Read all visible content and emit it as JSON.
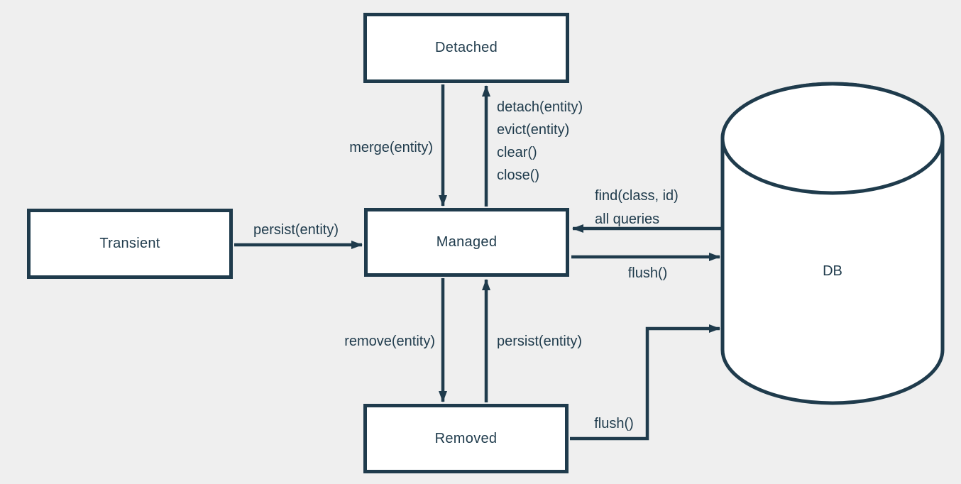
{
  "colors": {
    "background": "#efefef",
    "stroke": "#1f3b4c",
    "node_fill": "#ffffff"
  },
  "nodes": {
    "detached": "Detached",
    "transient": "Transient",
    "managed": "Managed",
    "removed": "Removed",
    "db": "DB"
  },
  "edges": {
    "merge": "merge(entity)",
    "detach_group": [
      "detach(entity)",
      "evict(entity)",
      "clear()",
      "close()"
    ],
    "persist_transient": "persist(entity)",
    "find_group": [
      "find(class, id)",
      "all queries"
    ],
    "flush_managed": "flush()",
    "remove": "remove(entity)",
    "persist_removed": "persist(entity)",
    "flush_removed": "flush()"
  }
}
